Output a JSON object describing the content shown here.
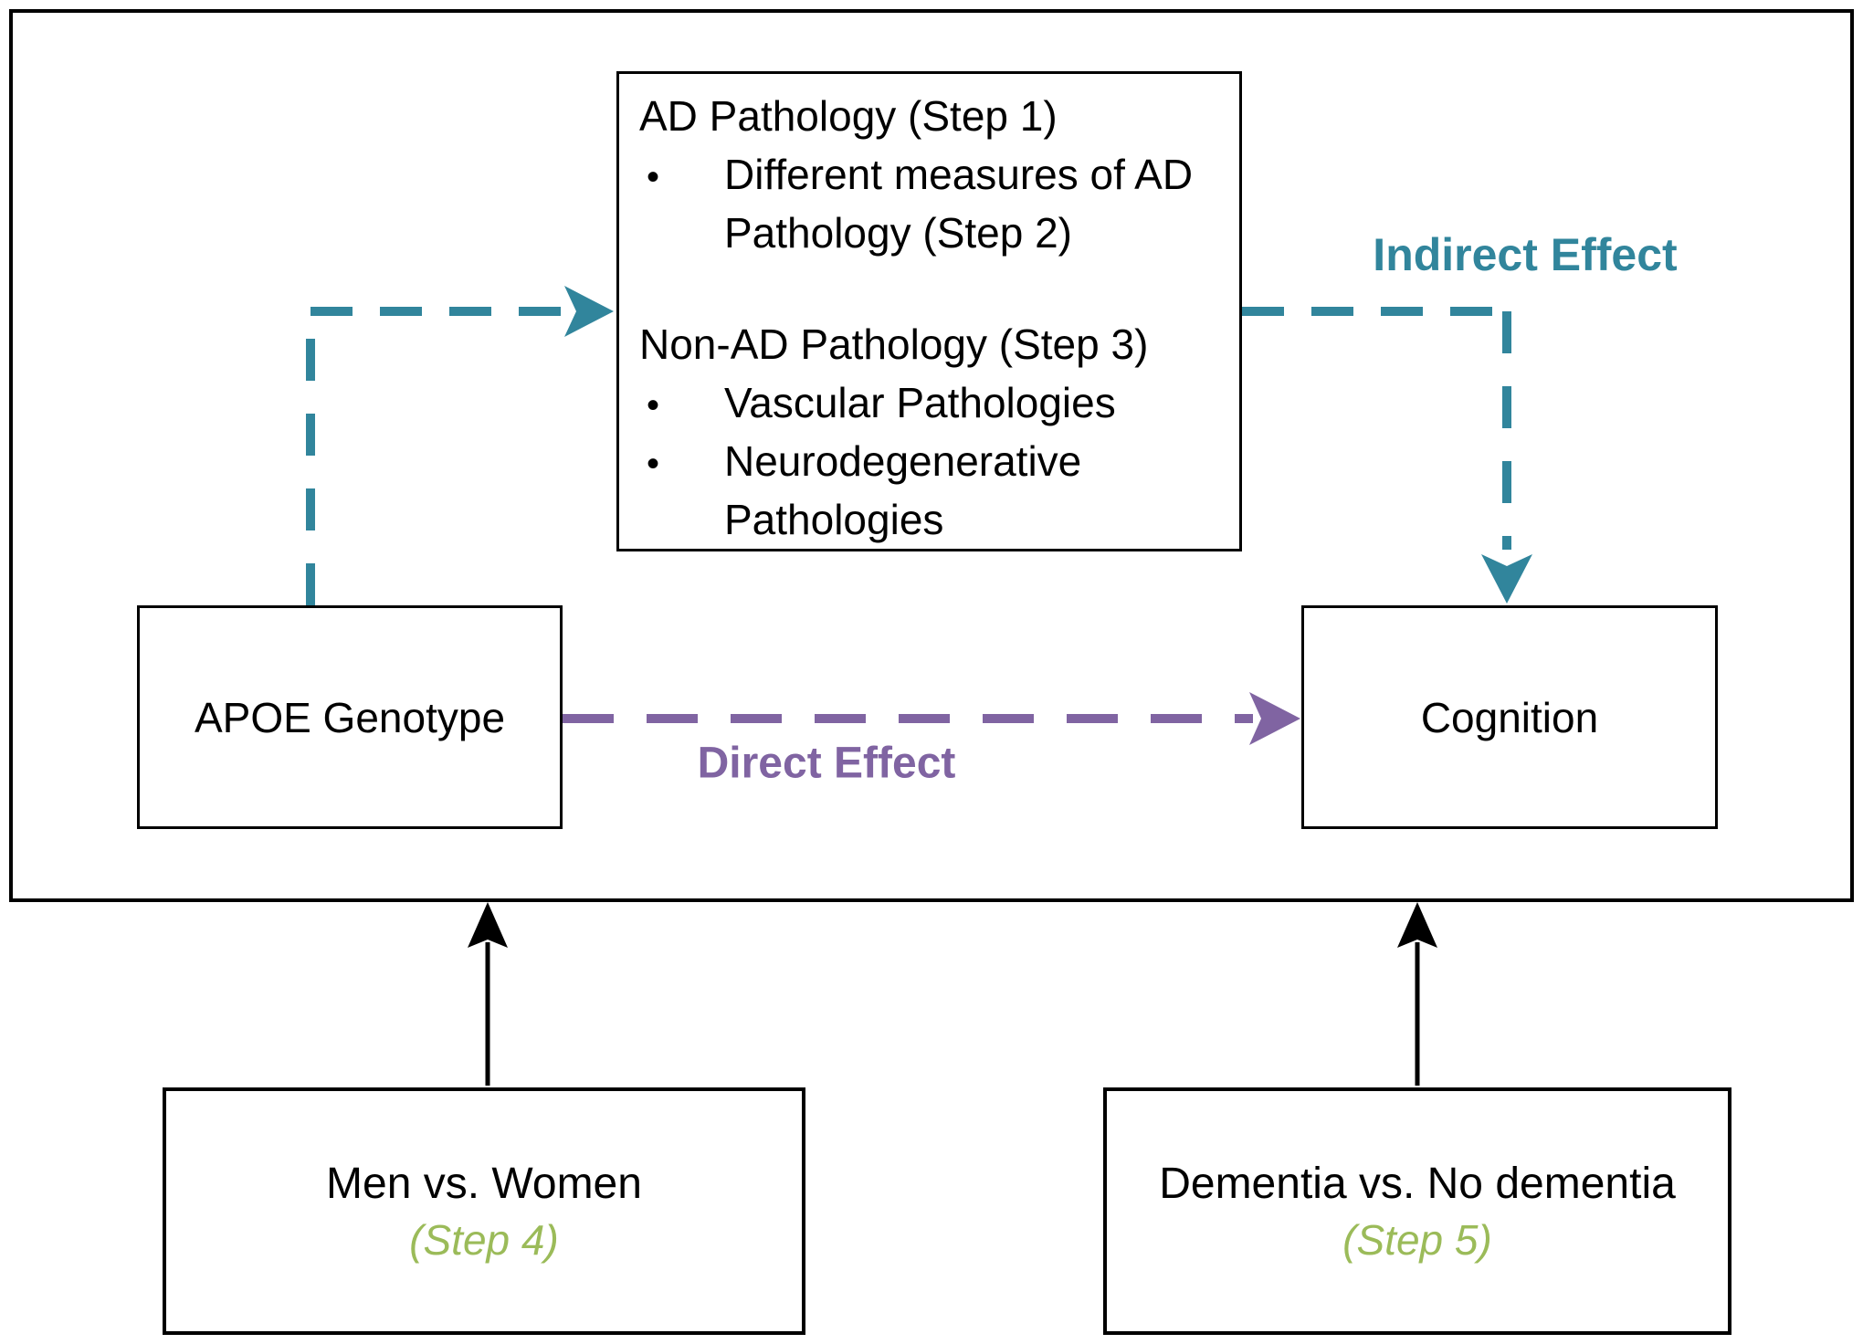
{
  "colors": {
    "teal": "#31859C",
    "purple": "#8064A2",
    "green": "#9BBB59",
    "line": "#000000"
  },
  "mediator": {
    "bullet_glyph": "•",
    "ad_title": "AD Pathology (Step 1)",
    "ad_bullet_line1": "Different measures of AD",
    "ad_bullet_line2": "Pathology (Step 2)",
    "nonad_title": "Non-AD Pathology (Step 3)",
    "nonad_bullet1": "Vascular Pathologies",
    "nonad_bullet2_line1": "Neurodegenerative",
    "nonad_bullet2_line2": "Pathologies"
  },
  "predictor": {
    "label": "APOE Genotype"
  },
  "outcome": {
    "label": "Cognition"
  },
  "effects": {
    "indirect_label": "Indirect Effect",
    "direct_label": "Direct Effect"
  },
  "moderators": {
    "left": {
      "label": "Men vs. Women",
      "step": "(Step 4)"
    },
    "right": {
      "label": "Dementia vs. No dementia",
      "step": "(Step 5)"
    }
  }
}
